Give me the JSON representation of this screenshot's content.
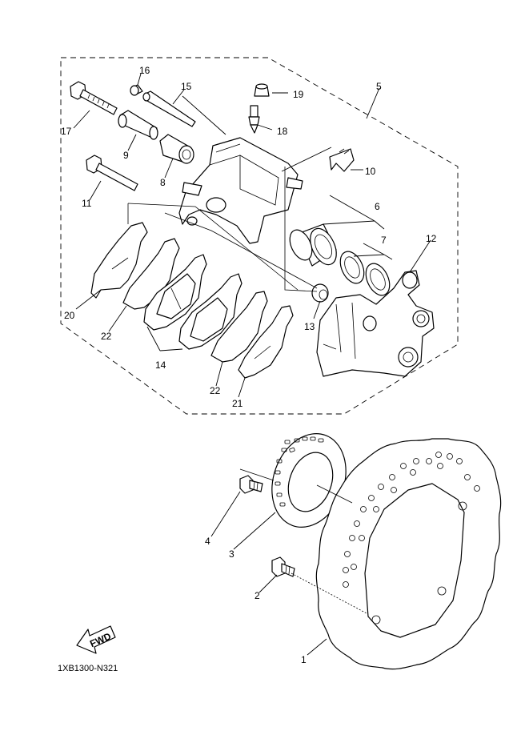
{
  "labels": {
    "l1": "1",
    "l2": "2",
    "l3": "3",
    "l4": "4",
    "l5": "5",
    "l6": "6",
    "l7": "7",
    "l8": "8",
    "l9": "9",
    "l10": "10",
    "l11": "11",
    "l12": "12",
    "l13": "13",
    "l14": "14",
    "l15": "15",
    "l16": "16",
    "l17": "17",
    "l18": "18",
    "l19": "19",
    "l20": "20",
    "l21": "21",
    "l22a": "22",
    "l22b": "22"
  },
  "fwd_label": "FWD",
  "diagram_code": "1XB1300-N321"
}
